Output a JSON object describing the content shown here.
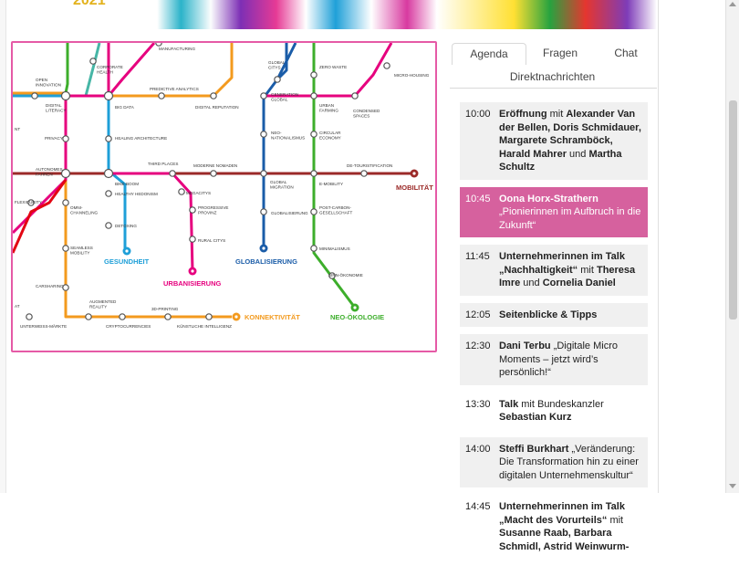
{
  "banner": {
    "year_text": "2021"
  },
  "map": {
    "colors": {
      "orange": "#f39a1e",
      "pink": "#e6007e",
      "blue": "#1e9fd8",
      "darkblue": "#1a5ca8",
      "green": "#3dae2b",
      "brown": "#9b2a28",
      "teal": "#46b6a6",
      "lime": "#8dc63f",
      "red": "#e30613"
    },
    "lines": {
      "gesundheit": "GESUNDHEIT",
      "urbanisierung": "URBANISIERUNG",
      "globalisierung": "GLOBALISIERUNG",
      "konnektivitaet": "KONNEKTIVITÄT",
      "mobilitaet": "MOBILITÄT",
      "neo_oekologie": "NEO-ÖKOLOGIE"
    },
    "stations": {
      "open_innovation": "OPEN\nINNOVATION",
      "manufacturing": "MANUFACTURING",
      "corporate_health": "CORPORATE\nHEALTH",
      "predictive_analytics": "PREDICTIVE ANALYTICS",
      "digital_literacy": "DIGITAL\nLITERACY",
      "big_data": "BIG DATA",
      "digital_reputation": "DIGITAL REPUTATION",
      "nt": "NT",
      "privacy": "PRIVACY",
      "healing_architecture": "HEALING ARCHITECTURE",
      "autonomes_fahren": "AUTONOMES\nFAHREN",
      "third_places": "THIRD PLACES",
      "moderne_nomaden": "MODERNE NOMADEN",
      "bike_boom": "BIKE-BOOM",
      "flexicurity": "FLEXICURITY",
      "omni_channeling": "OMNI-\nCHANNELING",
      "healthy_hedonism": "HEALTHY HEDONISM",
      "megacitys": "MEGACITYS",
      "progressive_provinz": "PROGRESSIVE\nPROVINZ",
      "detoxing": "DETOXING",
      "rural_citys": "RURAL CITYS",
      "seamless_mobility": "SEAMLESS\nMOBILITY",
      "carsharing": "CARSHARING",
      "augmented_reality": "AUGMENTED\nREALITY",
      "3d_printing": "3D-PRINTING",
      "cryptocurrencies": "CRYPTOCURRENCIES",
      "kuenstliche_intelligenz": "KÜNSTLICHE INTELLIGENZ",
      "unterweiss_maerkte": "UNTERWEISS-MÄRKTE",
      "global_citys": "GLOBAL\nCITYS",
      "zero_waste": "ZERO WASTE",
      "micro_housing": "MICRO-HOUSING",
      "generation_global": "GENERATION\nGLOBAL",
      "urban_farming": "URBAN\nFARMING",
      "condensed_spaces": "CONDENSED\nSPACES",
      "neo_nationalismus": "NEO-\nNATIONALISMUS",
      "circular_economy": "CIRCULAR\nECONOMY",
      "de_touristification": "DE-TOURISTIFICATION",
      "global_migration": "GLOBAL\nMIGRATION",
      "e_mobility": "E-MOBILITY",
      "globalisierung_station": "GLOBALISIERUNG",
      "post_carbon": "POST-CARBON-\nGESELLSCHAFT",
      "minimalismus": "MINIMALISMUS",
      "sinn_oekonomie": "SINN-ÖKONOMIE",
      "at": "AT"
    }
  },
  "tabs": {
    "agenda": "Agenda",
    "fragen": "Fragen",
    "chat": "Chat",
    "direktnachrichten": "Direktnachrichten"
  },
  "agenda": [
    {
      "time": "10:00",
      "html": "<b>Eröffnung</b> mit <b>Alexander Van der Bellen, Doris Schmidauer, Margarete Schramböck, Harald Mahrer</b> und <b>Martha Schultz</b>",
      "style": "grey"
    },
    {
      "time": "10:45",
      "html": "<b>Oona Horx-Strathern</b> „Pionierinnen im Aufbruch in die Zukunft“",
      "style": "active"
    },
    {
      "time": "11:45",
      "html": "<b>Unternehmerinnen im Talk „Nachhaltigkeit“</b> mit <b>Theresa Imre</b> und <b>Cornelia Daniel</b>",
      "style": "grey"
    },
    {
      "time": "12:05",
      "html": "<b>Seitenblicke &amp; Tipps</b>",
      "style": "grey"
    },
    {
      "time": "12:30",
      "html": "<b>Dani Terbu</b> „Digitale Micro Moments – jetzt wird’s persönlich!“",
      "style": "grey"
    },
    {
      "time": "13:30",
      "html": "<b>Talk</b> mit Bundeskanzler <b>Sebastian Kurz</b>",
      "style": "white"
    },
    {
      "time": "14:00",
      "html": "<b>Steffi Burkhart</b> „Veränderung: Die Transformation hin zu einer digitalen Unternehmenskultur“",
      "style": "grey"
    },
    {
      "time": "14:45",
      "html": "<b>Unternehmerinnen im Talk „Macht des Vorurteils“</b> mit <b>Susanne Raab, Barbara Schmidl, Astrid Weinwurm-</b>",
      "style": "white"
    }
  ]
}
